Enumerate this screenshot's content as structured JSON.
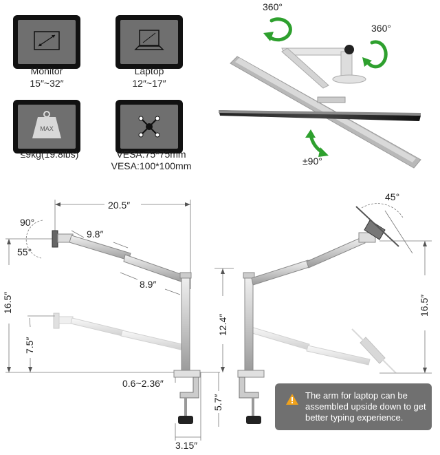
{
  "specs": {
    "monitor": {
      "title": "Monitor",
      "range": "15″~32″",
      "icon": "monitor-icon"
    },
    "laptop": {
      "title": "Laptop",
      "range": "12″~17″",
      "icon": "laptop-icon"
    },
    "weight": {
      "badge": "MAX",
      "value": "≤9kg(19.8lbs)",
      "icon": "weight-icon"
    },
    "vesa": {
      "line1": "VESA:75*75mm",
      "line2": "VESA:100*100mm",
      "icon": "vesa-mount-icon"
    }
  },
  "rotation": {
    "top": "360°",
    "right": "360°",
    "tilt": "±90°"
  },
  "dimensions": {
    "width": "20.5″",
    "arm_upper": "9.8″",
    "arm_lower": "8.9″",
    "tilt_up": "90°",
    "tilt_down": "55°",
    "height_left": "16.5″",
    "low_left": "7.5″",
    "pole": "12.4″",
    "clamp_range": "0.6~2.36″",
    "clamp_height": "5.7″",
    "base": "3.15″",
    "laptop_tilt": "45°",
    "height_right": "16.5″"
  },
  "note": {
    "text": "The arm for laptop can be assembled upside down to get better typing experience."
  },
  "colors": {
    "box": "#111111",
    "screen": "#6f6f6f",
    "arrow": "#2ea02e",
    "metal": "#c9c9c9",
    "note_bg": "#707070",
    "warn": "#f0a21c"
  }
}
